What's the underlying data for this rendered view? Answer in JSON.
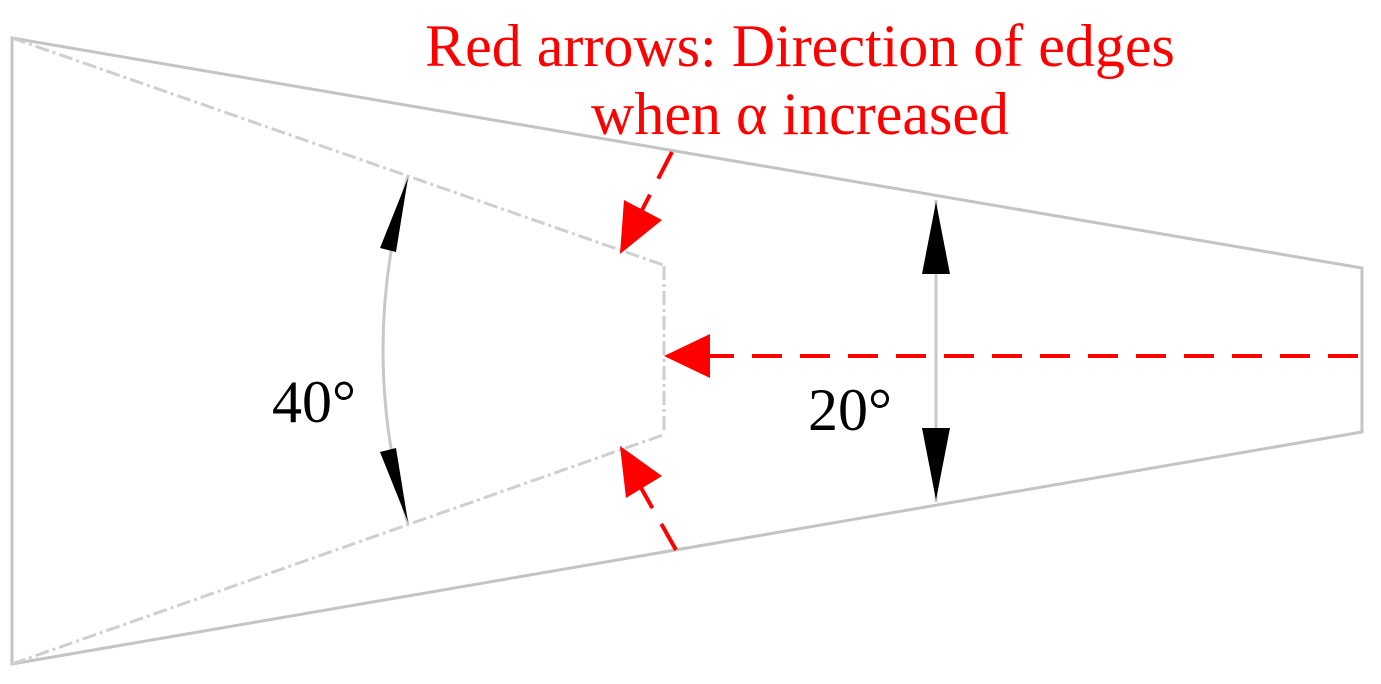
{
  "caption": {
    "line1": "Red arrows: Direction of edges",
    "line2": "when α increased"
  },
  "angles": {
    "inner": "40°",
    "outer": "20°"
  },
  "colors": {
    "arrows": "#ff0000",
    "outline": "#c4c4c4",
    "dimension_arrowheads": "#000000"
  }
}
